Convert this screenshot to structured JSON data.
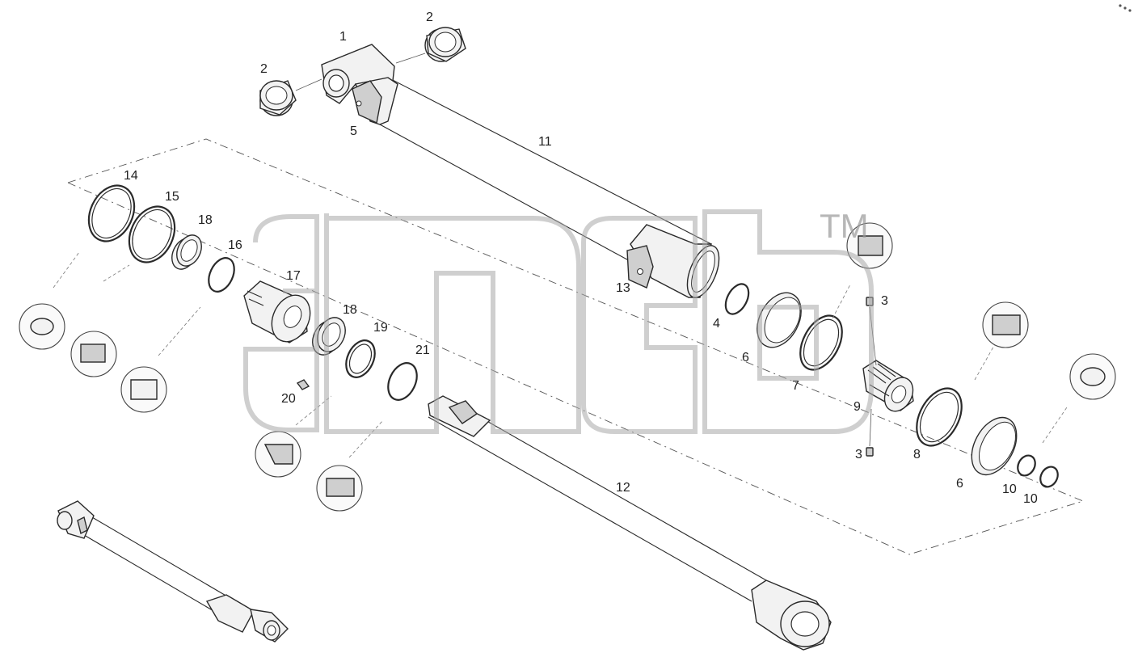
{
  "labels": {
    "l1": "1",
    "l2a": "2",
    "l2b": "2",
    "l3a": "3",
    "l3b": "3",
    "l4": "4",
    "l5": "5",
    "l6a": "6",
    "l6b": "6",
    "l7": "7",
    "l8": "8",
    "l9": "9",
    "l10a": "10",
    "l10b": "10",
    "l11": "11",
    "l12": "12",
    "l13": "13",
    "l14": "14",
    "l15": "15",
    "l16": "16",
    "l17": "17",
    "l18a": "18",
    "l18b": "18",
    "l19": "19",
    "l20": "20",
    "l21": "21"
  },
  "watermark": {
    "text": "əmeb",
    "trademark": "TM"
  },
  "colors": {
    "line": "#2a2a2a",
    "watermark": "#a8a8a8",
    "background": "#ffffff"
  }
}
